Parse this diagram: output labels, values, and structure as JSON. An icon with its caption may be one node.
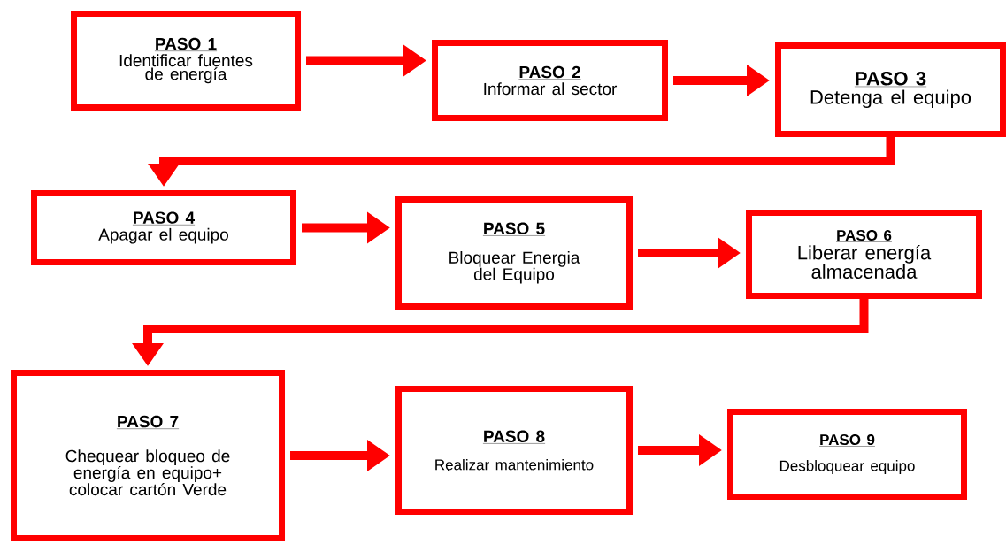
{
  "diagram": {
    "nodes": [
      {
        "text": [
          "PASO 1",
          "Identificar fuentes de energía"
        ]
      },
      {
        "text": [
          "PASO 2",
          "Informar al sector"
        ]
      },
      {
        "text": [
          "PASO 3",
          "Detenga el equipo"
        ]
      },
      {
        "text": [
          "PASO 4",
          "Apagar el equipo"
        ]
      },
      {
        "text": [
          "PASO 5",
          "Bloquear Energia del Equipo"
        ]
      },
      {
        "text": [
          "PASO 6",
          "Liberar energía almacenada"
        ]
      },
      {
        "text": [
          "PASO 7",
          "Chequear bloqueo de energía en equipo+ colocar cartón Verde"
        ]
      },
      {
        "text": [
          "PASO 8",
          "Realizar mantenimiento"
        ]
      },
      {
        "text": [
          "PASO 9",
          "Desbloquear equipo"
        ]
      }
    ],
    "edges": [
      {
        "from": 0,
        "to": 1,
        "arrow": "to"
      },
      {
        "from": 1,
        "to": 2,
        "arrow": "to"
      },
      {
        "from": 2,
        "to": 3,
        "arrow": "to"
      },
      {
        "from": 3,
        "to": 4,
        "arrow": "to"
      },
      {
        "from": 4,
        "to": 5,
        "arrow": "to"
      },
      {
        "from": 5,
        "to": 6,
        "arrow": "to"
      },
      {
        "from": 6,
        "to": 7,
        "arrow": "to"
      },
      {
        "from": 7,
        "to": 8,
        "arrow": "to"
      }
    ]
  }
}
